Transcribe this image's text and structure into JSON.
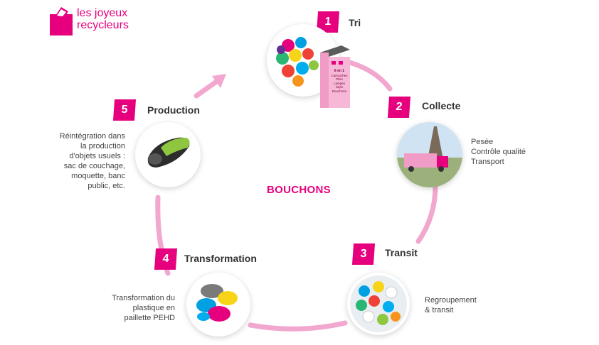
{
  "brand": {
    "name_line1": "les joyeux",
    "name_line2": "recycleurs",
    "color": "#e6007e"
  },
  "center_title": "BOUCHONS",
  "colors": {
    "accent": "#e6007e",
    "ring": "#f2a7cf",
    "text": "#333333"
  },
  "steps": [
    {
      "number": "1",
      "label": "Tri",
      "description": [],
      "icon": "colorful-bottle-caps-and-collection-box-icon",
      "box_text": [
        "6 en 1",
        "Cartouches",
        "Piles",
        "Lampes",
        "Stylo",
        "Bouchons"
      ]
    },
    {
      "number": "2",
      "label": "Collecte",
      "description": [
        "Pesée",
        "Contrôle qualité",
        "Transport"
      ],
      "icon": "truck-eiffel-tower-icon"
    },
    {
      "number": "3",
      "label": "Transit",
      "description": [
        "Regroupement",
        "& transit"
      ],
      "icon": "bottle-caps-pile-icon"
    },
    {
      "number": "4",
      "label": "Transformation",
      "description": [
        "Transformation du",
        "plastique en",
        "paillette PEHD"
      ],
      "icon": "plastic-flakes-icon"
    },
    {
      "number": "5",
      "label": "Production",
      "description": [
        "Réintégration dans",
        "la production",
        "d'objets usuels :",
        "sac de couchage,",
        "moquette, banc",
        "public, etc."
      ],
      "icon": "sleeping-bag-icon"
    }
  ]
}
